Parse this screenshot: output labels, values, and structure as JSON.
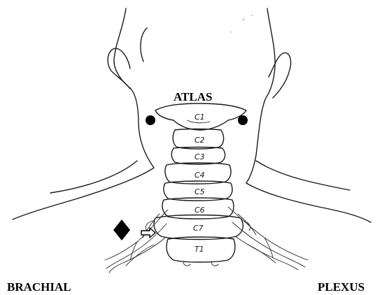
{
  "labels": {
    "atlas": "ATLAS",
    "brachial": "BRACHIAL",
    "plexus": "PLEXUS"
  },
  "vertebrae": [
    "C1",
    "C2",
    "C3",
    "C4",
    "C5",
    "C6",
    "C7",
    "T1"
  ],
  "markers": {
    "circle_color": "#000000",
    "diamond_color": "#000000",
    "arrow_icon": "outlined-right-arrow"
  },
  "colors": {
    "ink": "#1a1a1a",
    "background": "#ffffff"
  }
}
